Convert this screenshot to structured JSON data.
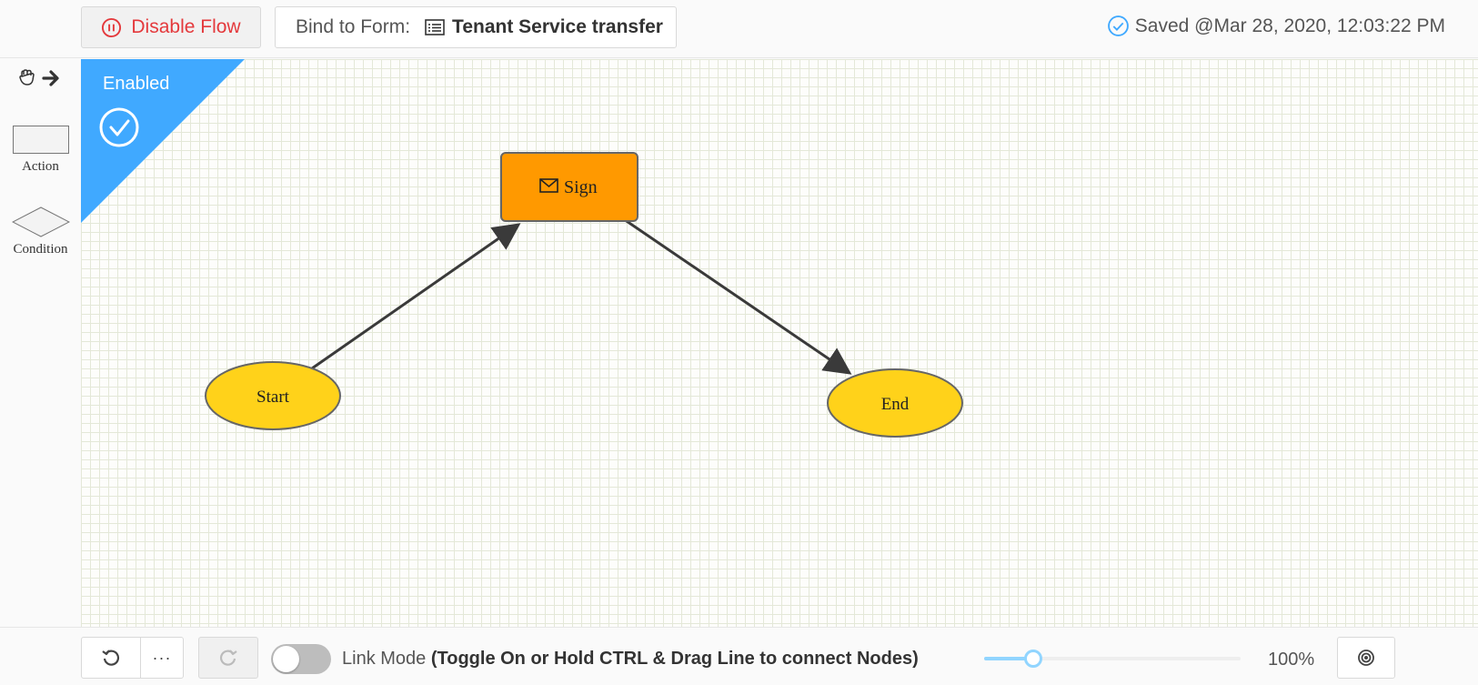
{
  "toolbar": {
    "disable_flow_label": "Disable Flow",
    "bind_form_label": "Bind to Form:",
    "bound_form_name": "Tenant Service transfer",
    "saved_text": "Saved @Mar 28, 2020, 12:03:22 PM"
  },
  "palette": {
    "action_label": "Action",
    "condition_label": "Condition"
  },
  "canvas": {
    "status_badge": "Enabled",
    "nodes": {
      "start": "Start",
      "sign": "Sign",
      "end": "End"
    },
    "edges": [
      {
        "from": "Start",
        "to": "Sign"
      },
      {
        "from": "Sign",
        "to": "End"
      }
    ]
  },
  "bottom": {
    "more_label": "···",
    "link_mode_label": "Link Mode",
    "link_mode_hint": "(Toggle On or Hold CTRL & Drag Line to connect Nodes)",
    "link_mode_on": false,
    "zoom_label": "100%",
    "zoom_slider_fraction": 0.19
  },
  "colors": {
    "accent": "#40a9ff",
    "danger": "#e4393c",
    "action_node": "#ff9900",
    "terminal_node": "#ffd21a",
    "slider": "#91d5ff"
  },
  "icons": {
    "disable": "pause-circle-icon",
    "form": "form-list-icon",
    "saved": "check-circle-icon",
    "hand": "hand-tool-icon",
    "arrow": "arrow-right-icon",
    "enabled": "check-circle-icon",
    "sign": "envelope-icon",
    "undo": "undo-icon",
    "redo": "redo-icon",
    "center": "aim-icon"
  }
}
